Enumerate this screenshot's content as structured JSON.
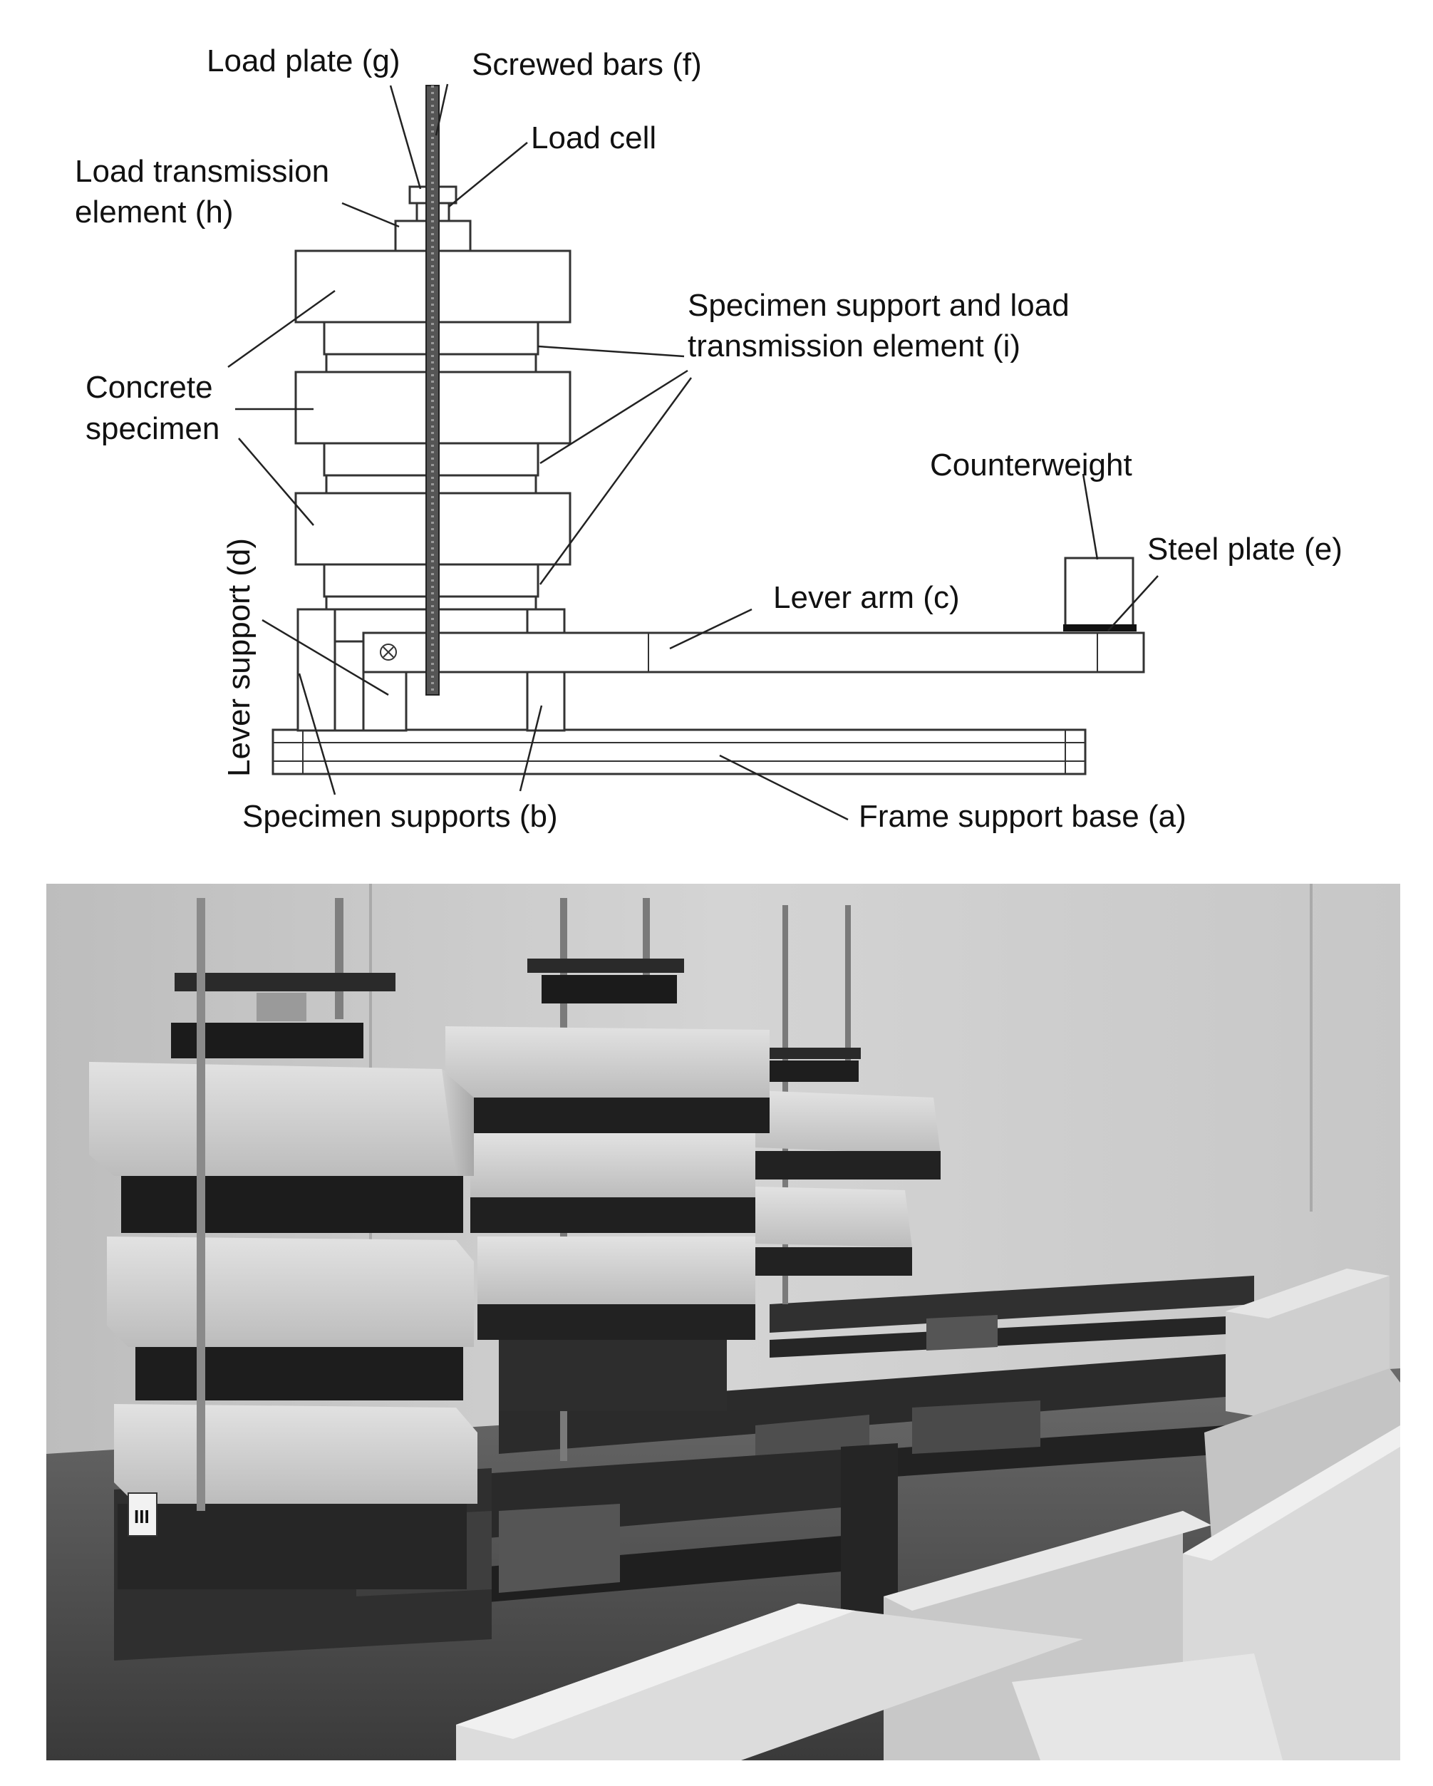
{
  "labels": {
    "load_plate": "Load plate (g)",
    "screwed_bars": "Screwed bars (f)",
    "load_cell": "Load cell",
    "load_transmission_1": "Load transmission",
    "load_transmission_2": "element (h)",
    "specimen_support_1": "Specimen support and load",
    "specimen_support_2": "transmission element (i)",
    "concrete_1": "Concrete",
    "concrete_2": "specimen",
    "counterweight": "Counterweight",
    "steel_plate": "Steel plate (e)",
    "lever_arm": "Lever arm (c)",
    "lever_support": "Lever support (d)",
    "specimen_supports": "Specimen supports (b)",
    "frame_base": "Frame support base (a)",
    "photo_tag": "III"
  }
}
